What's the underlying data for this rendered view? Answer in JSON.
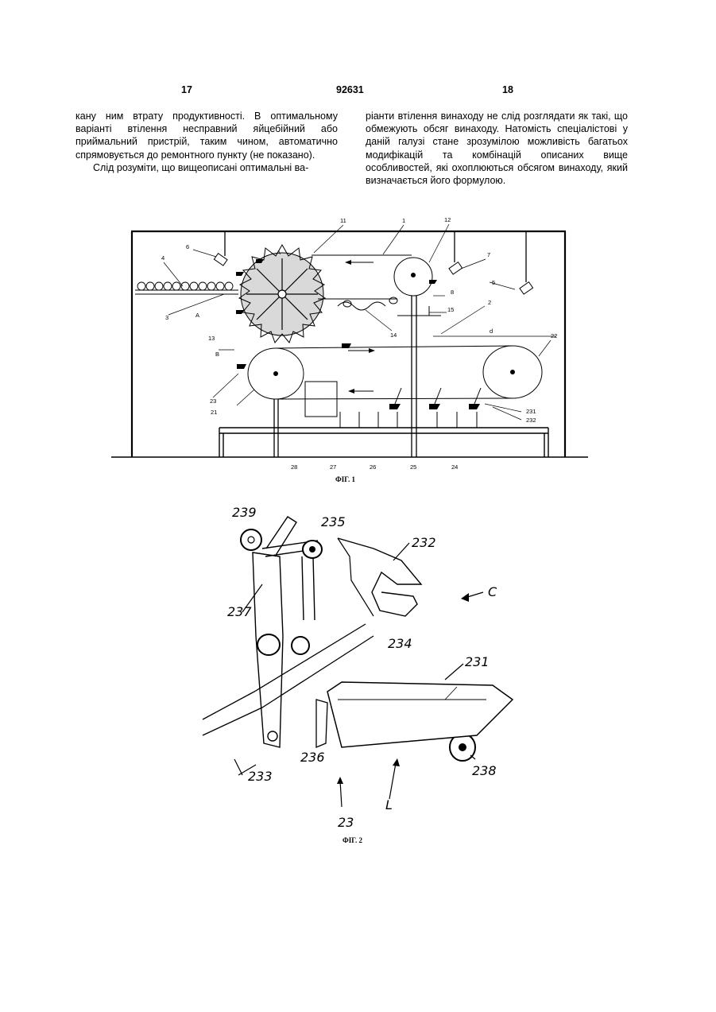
{
  "header": {
    "page_left": "17",
    "patent_number": "92631",
    "page_right": "18"
  },
  "left_column": [
    "кану ним втрату продуктивності. В оптимальному варіанті втілення несправний яйцебійний або приймальний пристрій, таким чином, автоматично спрямовується до ремонтного пункту (не показано).",
    "Слід розуміти, що вищеописані оптимальні ва-"
  ],
  "right_column": [
    "ріанти втілення винаходу не слід розглядати як такі, що обмежують обсяг винаходу. Натомість спеціалістові у даній галузі стане зрозумілою можливість багатьох модифікацій та комбінацій описаних вище особливостей, які охоплюються обсягом винаходу, який визначається його формулою."
  ],
  "figure1": {
    "caption": "ФІГ. 1",
    "labels": {
      "l1": "1",
      "l2": "2",
      "l3": "3",
      "l4": "4",
      "l5": "5",
      "l6": "6",
      "l7": "7",
      "l8": "8",
      "l11": "11",
      "l12": "12",
      "l13": "13",
      "l14": "14",
      "l15": "15",
      "l21": "21",
      "l22": "22",
      "l23": "23",
      "l24": "24",
      "l25": "25",
      "l26": "26",
      "l27": "27",
      "l28": "28",
      "l231": "231",
      "l232": "232",
      "lA1": "A",
      "lA2": "A",
      "lB": "B",
      "ld": "d"
    }
  },
  "figure2": {
    "caption": "ФІГ. 2",
    "labels": {
      "l239": "239",
      "l235": "235",
      "l232": "232",
      "lC": "C",
      "l237": "237",
      "l234": "234",
      "l231": "231",
      "l236": "236",
      "l233": "233",
      "l238": "238",
      "l23": "23",
      "lL": "L"
    }
  }
}
